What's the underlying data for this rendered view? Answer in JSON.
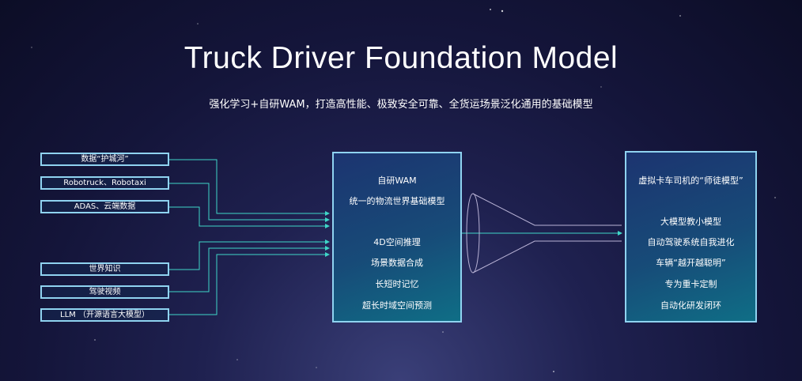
{
  "title": "Truck Driver Foundation Model",
  "subtitle": "强化学习+自研WAM，打造高性能、极致安全可靠、全货运场景泛化通用的基础模型",
  "inputs": [
    "数据“护城河”",
    "Robotruck、Robotaxi",
    "ADAS、云端数据",
    "世界知识",
    "驾驶视频",
    "LLM （开源语言大模型）"
  ],
  "center": {
    "heading": "自研WAM",
    "subheading": "统一的物流世界基础模型",
    "items": [
      "4D空间推理",
      "场景数据合成",
      "长短时记忆",
      "超长时域空间预测"
    ]
  },
  "right": {
    "heading": "虚拟卡车司机的“师徒模型”",
    "items": [
      "大模型教小模型",
      "自动驾驶系统自我进化",
      "车辆“越开越聪明”",
      "专为重卡定制",
      "自动化研发闭环"
    ]
  },
  "colors": {
    "border": "#8fd3f0",
    "arrow": "#3fd6c8",
    "background": "#14153a"
  }
}
